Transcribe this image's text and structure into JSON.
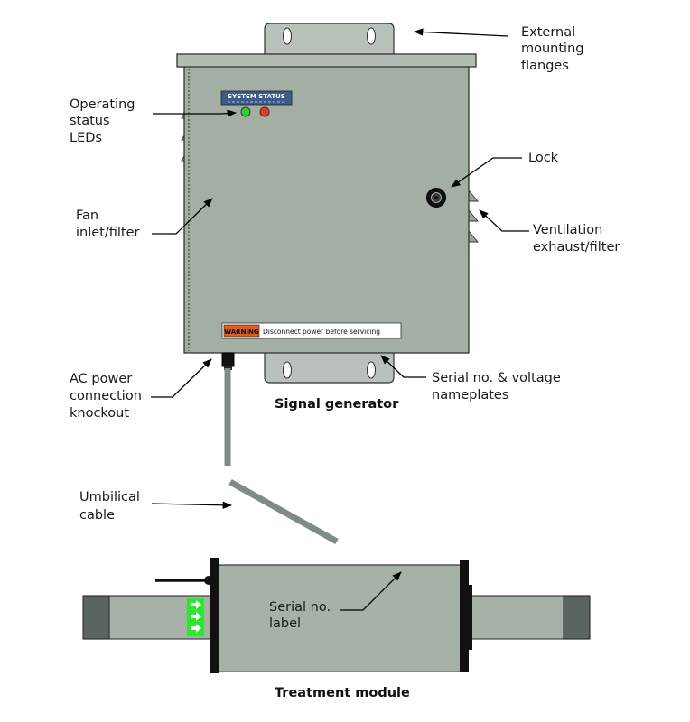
{
  "labels": {
    "external_mounting_flanges": [
      "External",
      "mounting",
      "flanges"
    ],
    "operating_status_leds": [
      "Operating",
      "status",
      "LEDs"
    ],
    "lock": [
      "Lock"
    ],
    "fan_inlet_filter": [
      "Fan",
      "inlet/filter"
    ],
    "ventilation_exhaust_filter": [
      "Ventilation",
      "exhaust/filter"
    ],
    "ac_power_connection_knockout": [
      "AC power",
      "connection",
      "knockout"
    ],
    "serial_voltage_nameplates": [
      "Serial no. & voltage",
      "nameplates"
    ],
    "umbilical_cable": [
      "Umbilical",
      "cable"
    ],
    "serial_no_label": [
      "Serial no.",
      "label"
    ]
  },
  "captions": {
    "signal_generator": "Signal generator",
    "treatment_module": "Treatment module"
  },
  "enclosure": {
    "status_panel_title": "SYSTEM STATUS",
    "warning_badge": "WARNING",
    "warning_text": "Disconnect power before servicing"
  },
  "colors": {
    "enclosure_body": "#a3aea5",
    "enclosure_lid": "#b3bdb4",
    "flange": "#b9c2ba",
    "pipe": "#a6b2a8",
    "pipe_end_cap": "#5a6560",
    "cable": "#7e8c85",
    "led_green": "#2fd12f",
    "led_red": "#e83a1e",
    "status_panel": "#3d5a8c",
    "warning_badge": "#e35a1e",
    "flow_arrows": "#2ee62e"
  }
}
